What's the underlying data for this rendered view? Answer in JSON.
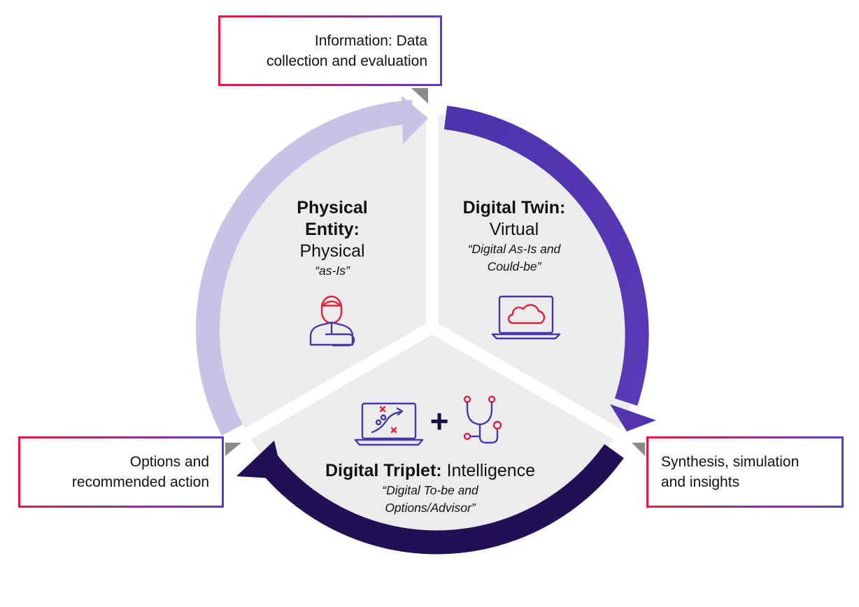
{
  "boxes": {
    "information": {
      "line1": "Information: Data",
      "line2": "collection and evaluation"
    },
    "synthesis": {
      "line1": "Synthesis, simulation",
      "line2": "and insights"
    },
    "options": {
      "line1": "Options and",
      "line2": "recommended action"
    }
  },
  "segments": {
    "physical": {
      "title1": "Physical",
      "title2": "Entity:",
      "subtitle": "Physical",
      "quote": "“as-Is”"
    },
    "twin": {
      "title": "Digital Twin:",
      "subtitle": "Virtual",
      "quote1": "“Digital As-Is and",
      "quote2": "Could-be”"
    },
    "triplet": {
      "title": "Digital Triplet:",
      "subtitle": "Intelligence",
      "quote1": "“Digital To-be and",
      "quote2": "Options/Advisor”"
    }
  },
  "plus_sign": "+",
  "icons": [
    "patient-icon",
    "cloud-laptop-icon",
    "strategy-laptop-icon",
    "stethoscope-icon"
  ],
  "colors": {
    "arrow_light": "#c9c2e4",
    "arrow_mid": "#5235ad",
    "arrow_dark": "#221055",
    "segment_fill": "#ececee",
    "icon_red": "#e1233a",
    "icon_purple": "#4b38a8",
    "box_gradient_start": "#e8193c",
    "box_gradient_end": "#5b3cc4"
  }
}
